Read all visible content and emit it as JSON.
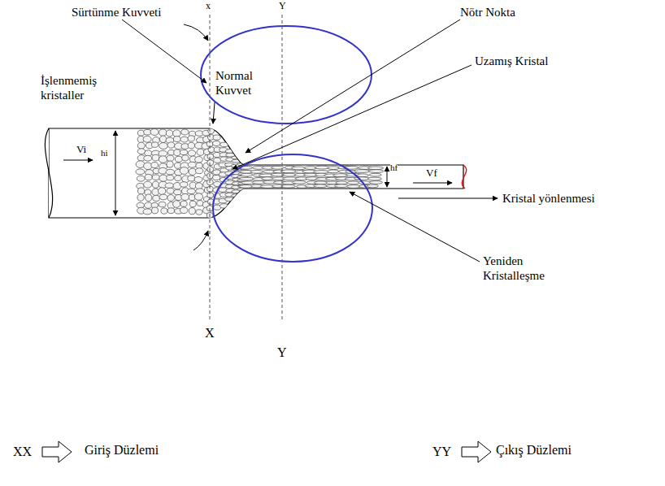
{
  "diagram": {
    "labels": [
      "x",
      "Y",
      "Sürtünme Kuvveti",
      "Nötr Nokta",
      "Normal Kuvvet",
      "Uzamış Kristal",
      "İşlenmemiş kristaller",
      "Vi",
      "hi",
      "hf",
      "Vf",
      "Kristal yönlenmesi",
      "Yeniden Kristalleşme",
      "X",
      "Y",
      "XX",
      "Giriş Düzlemi",
      "YY",
      "Çıkış Düzlemi"
    ]
  }
}
